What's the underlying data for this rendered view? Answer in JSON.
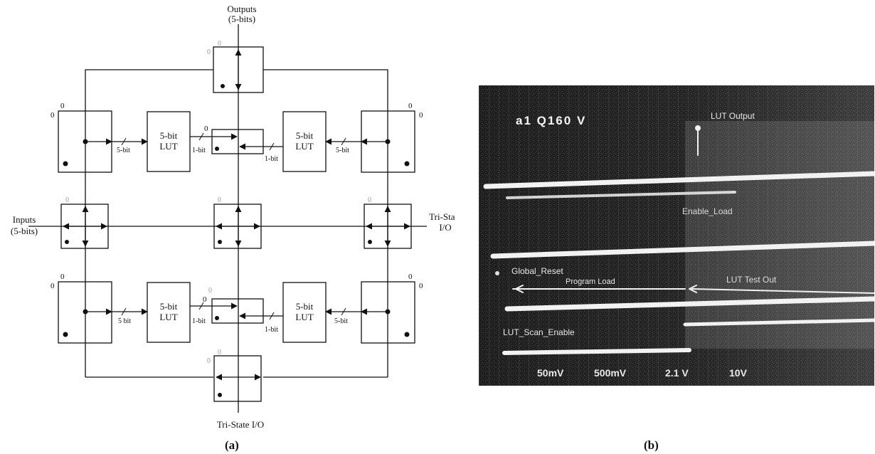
{
  "panel_a": {
    "outputs_label": "Outputs",
    "outputs_bits": "(5-bits)",
    "inputs_label": "Inputs",
    "inputs_bits": "(5-bits)",
    "tristate_right_1": "Tri-State",
    "tristate_right_2": "I/O",
    "tristate_bottom": "Tri-State  I/O",
    "lut_line1": "5-bit",
    "lut_line2": "LUT",
    "bus_5bit": "5-bit",
    "bus_5bit_alt": "5 bit",
    "bus_1bit": "1-bit",
    "zero": "0",
    "caption": "(a)"
  },
  "panel_b": {
    "header": "a1  Q160 V",
    "lut_output": "LUT Output",
    "enable_load": "Enable_Load",
    "global_reset": "Global_Reset",
    "program_load": "Program Load",
    "lut_test_out": "LUT Test Out",
    "lut_scan_enable": "LUT_Scan_Enable",
    "footer": [
      "50mV",
      "500mV",
      "2.1 V",
      "10V"
    ],
    "caption": "(b)"
  }
}
